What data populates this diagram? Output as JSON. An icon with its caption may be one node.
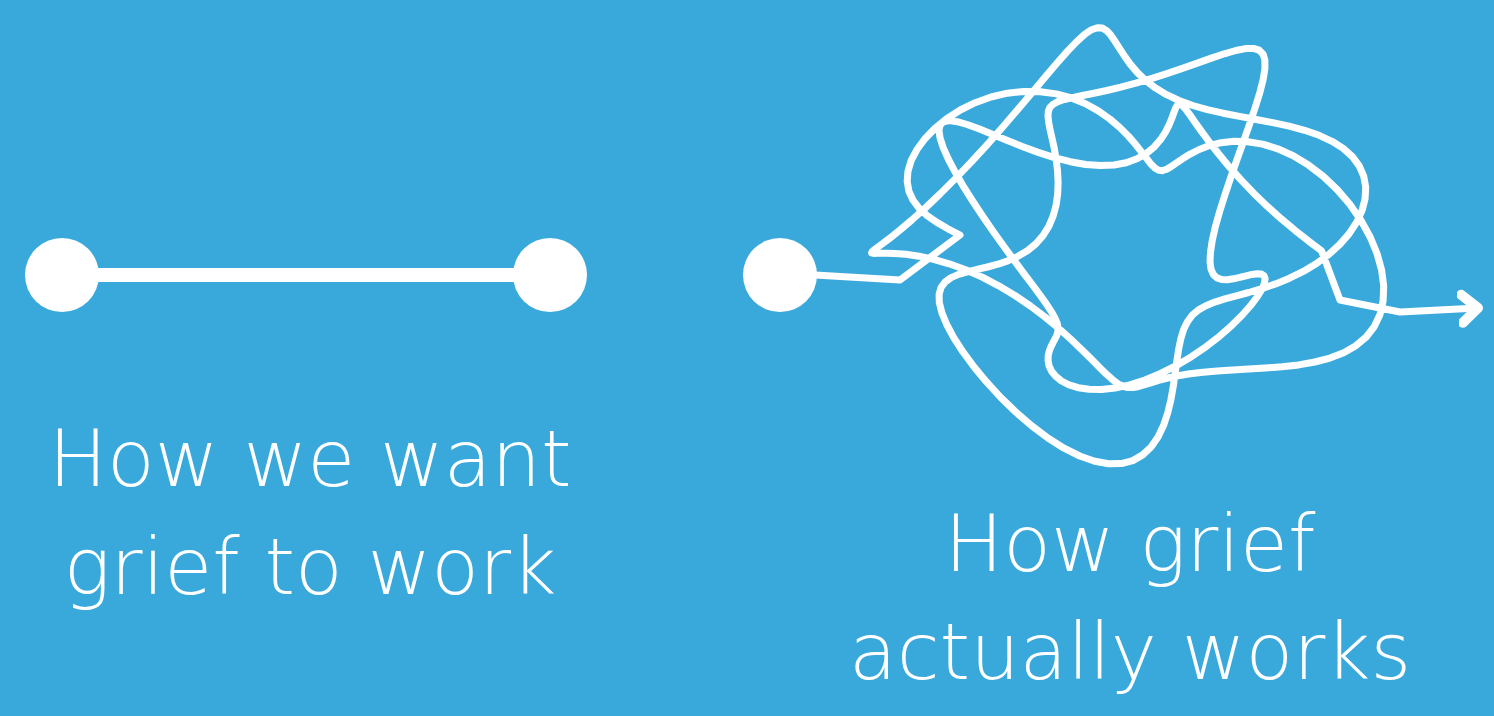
{
  "diagram": {
    "nodes": [
      {
        "text": [],
        "shape": "circle"
      },
      {
        "text": [],
        "shape": "circle"
      },
      {
        "text": [],
        "shape": "circle"
      }
    ],
    "edges": [
      {
        "from": 0,
        "to": 1,
        "arrow": "none",
        "style": "thick"
      },
      {
        "from": 2,
        "to": null,
        "arrow": "to"
      }
    ],
    "labels": [
      "How we want grief to work",
      "How grief actually works"
    ]
  }
}
